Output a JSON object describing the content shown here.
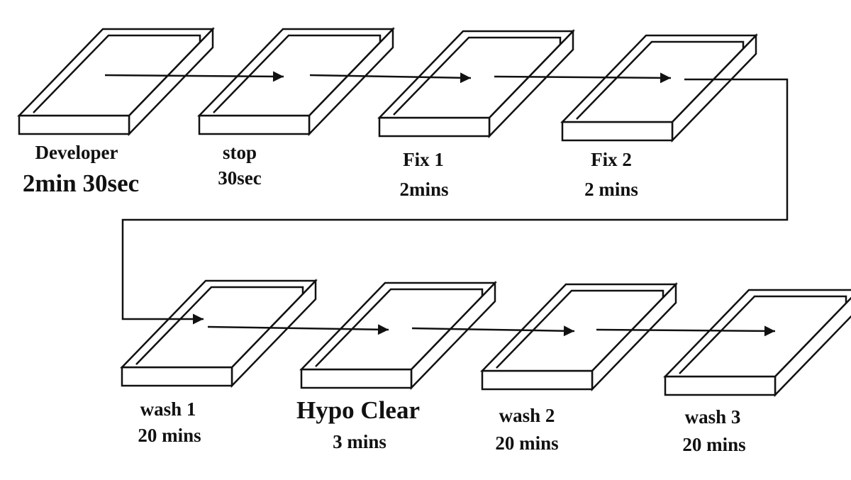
{
  "steps": [
    {
      "name": "Developer",
      "time": "2min 30sec"
    },
    {
      "name": "stop",
      "time": "30sec"
    },
    {
      "name": "Fix 1",
      "time": "2mins"
    },
    {
      "name": "Fix 2",
      "time": "2 mins"
    },
    {
      "name": "wash 1",
      "time": "20 mins"
    },
    {
      "name": "Hypo Clear",
      "time": "3 mins"
    },
    {
      "name": "wash 2",
      "time": "20 mins"
    },
    {
      "name": "wash 3",
      "time": "20 mins"
    }
  ],
  "colors": {
    "ink": "#111111",
    "background": "#ffffff"
  }
}
